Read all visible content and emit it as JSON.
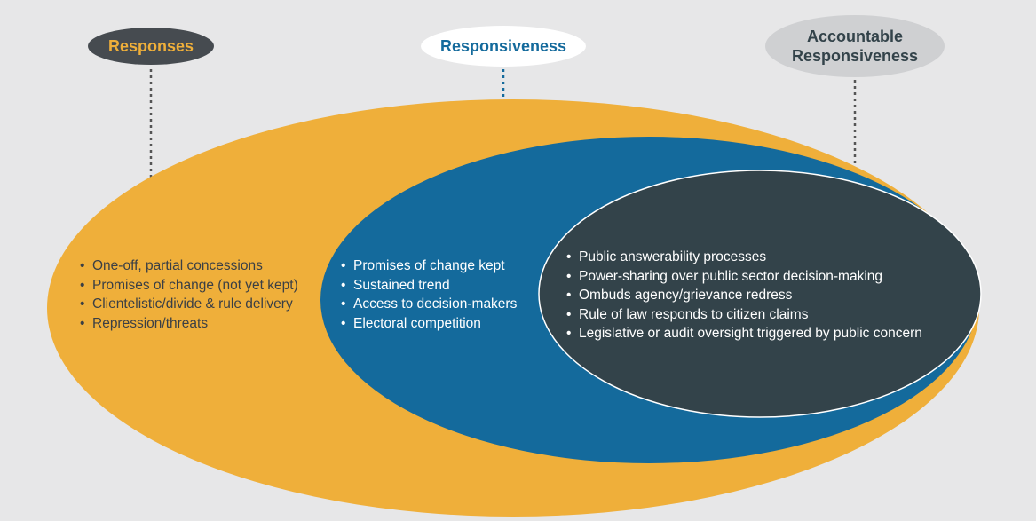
{
  "colors": {
    "background": "#e7e7e8",
    "responses": "#efaf3a",
    "responsiveness": "#146a9c",
    "accountable": "#33434a",
    "label_dark_pill": "#464b50",
    "label_light_pill": "#cfd0d2",
    "connector": "#555555"
  },
  "labels": {
    "responses": "Responses",
    "responsiveness": "Responsiveness",
    "accountable_line1": "Accountable",
    "accountable_line2": "Responsiveness"
  },
  "responses_items": [
    "One-off, partial concessions",
    "Promises of change (not yet kept)",
    "Clientelistic/divide & rule delivery",
    "Repression/threats"
  ],
  "responsiveness_items": [
    "Promises of change kept",
    "Sustained trend",
    "Access to decision-makers",
    "Electoral competition"
  ],
  "accountable_items": [
    "Public answerability processes",
    "Power-sharing over public sector decision-making",
    "Ombuds agency/grievance redress",
    "Rule of law responds to citizen claims",
    "Legislative or audit oversight triggered by public concern"
  ]
}
